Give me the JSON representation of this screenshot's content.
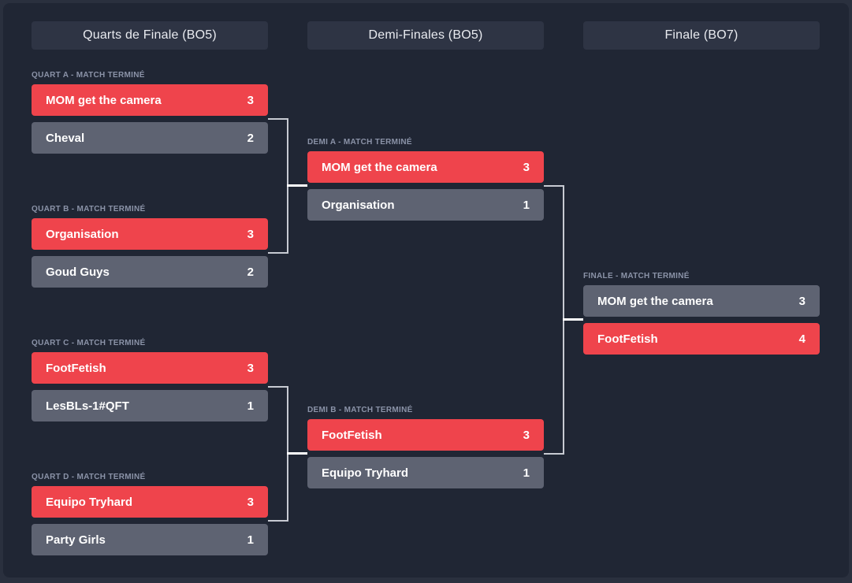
{
  "colors": {
    "winner_bar": "#ef444c",
    "loser_bar": "#5e6372",
    "card_background": "#202634",
    "header_background": "#2e3444",
    "label_text": "#8b93a8",
    "connector_line": "#c7cad2",
    "connector_stub": "#ffffff"
  },
  "rounds": [
    {
      "title": "Quarts de Finale (BO5)",
      "matches": [
        {
          "label": "QUART A - MATCH TERMINÉ",
          "teams": [
            {
              "name": "MOM get the camera",
              "score": "3",
              "winner": true
            },
            {
              "name": "Cheval",
              "score": "2",
              "winner": false
            }
          ]
        },
        {
          "label": "QUART B - MATCH TERMINÉ",
          "teams": [
            {
              "name": "Organisation",
              "score": "3",
              "winner": true
            },
            {
              "name": "Goud Guys",
              "score": "2",
              "winner": false
            }
          ]
        },
        {
          "label": "QUART C - MATCH TERMINÉ",
          "teams": [
            {
              "name": "FootFetish",
              "score": "3",
              "winner": true
            },
            {
              "name": "LesBLs-1#QFT",
              "score": "1",
              "winner": false
            }
          ]
        },
        {
          "label": "QUART D - MATCH TERMINÉ",
          "teams": [
            {
              "name": "Equipo Tryhard",
              "score": "3",
              "winner": true
            },
            {
              "name": "Party Girls",
              "score": "1",
              "winner": false
            }
          ]
        }
      ]
    },
    {
      "title": "Demi-Finales (BO5)",
      "matches": [
        {
          "label": "DEMI A - MATCH TERMINÉ",
          "teams": [
            {
              "name": "MOM get the camera",
              "score": "3",
              "winner": true
            },
            {
              "name": "Organisation",
              "score": "1",
              "winner": false
            }
          ]
        },
        {
          "label": "DEMI B - MATCH TERMINÉ",
          "teams": [
            {
              "name": "FootFetish",
              "score": "3",
              "winner": true
            },
            {
              "name": "Equipo Tryhard",
              "score": "1",
              "winner": false
            }
          ]
        }
      ]
    },
    {
      "title": "Finale (BO7)",
      "matches": [
        {
          "label": "FINALE - MATCH TERMINÉ",
          "teams": [
            {
              "name": "MOM get the camera",
              "score": "3",
              "winner": false
            },
            {
              "name": "FootFetish",
              "score": "4",
              "winner": true
            }
          ]
        }
      ]
    }
  ]
}
